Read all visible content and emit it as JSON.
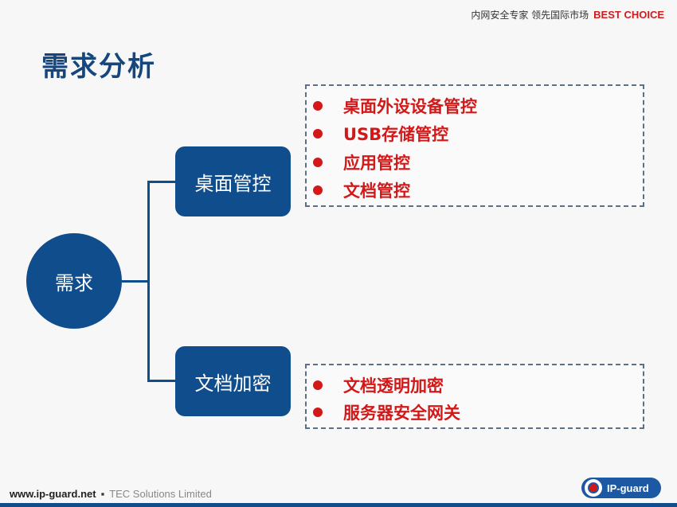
{
  "header": {
    "tagline": "内网安全专家  领先国际市场",
    "slogan": "BEST CHOICE"
  },
  "title": "需求分析",
  "diagram": {
    "root": "需求",
    "branches": [
      {
        "label": "桌面管控",
        "items": [
          "桌面外设设备管控",
          "USB存储管控",
          "应用管控",
          "文档管控"
        ]
      },
      {
        "label": "文档加密",
        "items": [
          "文档透明加密",
          "服务器安全网关"
        ]
      }
    ]
  },
  "footer": {
    "url": "www.ip-guard.net",
    "company": "TEC Solutions Limited",
    "logo_text": "IP-guard"
  },
  "colors": {
    "primary": "#0f4d8c",
    "accent": "#d21818",
    "title": "#15467e"
  }
}
